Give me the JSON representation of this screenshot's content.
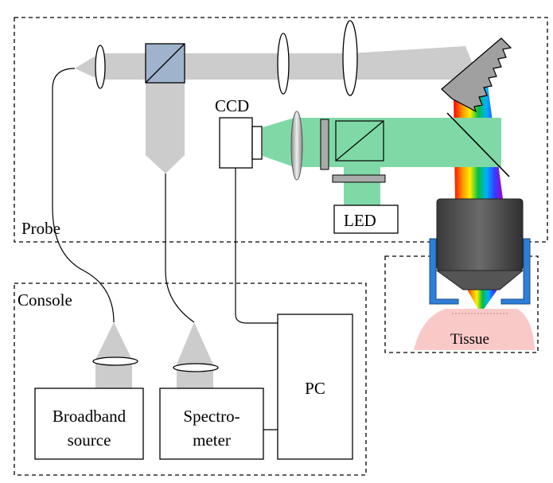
{
  "labels": {
    "probe": "Probe",
    "console": "Console",
    "ccd": "CCD",
    "led": "LED",
    "tissue": "Tissue",
    "pc": "PC",
    "broadband_line1": "Broadband",
    "broadband_line2": "source",
    "spectrometer_line1": "Spectro-",
    "spectrometer_line2": "meter"
  },
  "colors": {
    "beam_gray": "#cccccc",
    "green_beam": "#7fd9a6",
    "splitter_blue": "#9fb4cc",
    "holder_blue": "#2f7fd8",
    "tissue_pink": "#f9c9c8",
    "objective_dark": "#4a4a4a",
    "grating_gray": "#9a9a9a"
  }
}
